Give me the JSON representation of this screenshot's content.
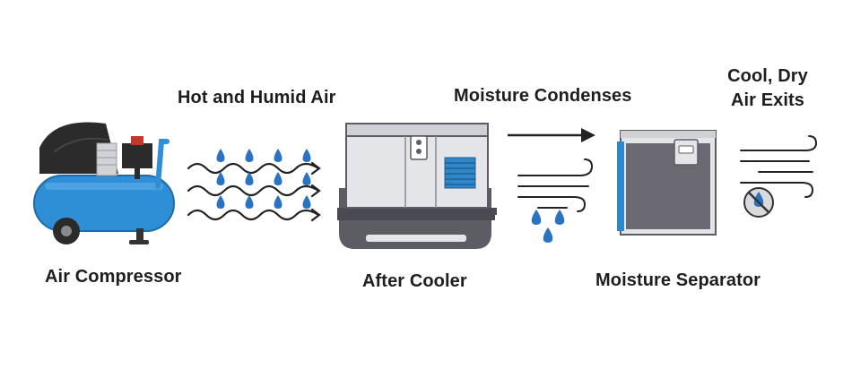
{
  "labels": {
    "hot_humid_air": "Hot and Humid Air",
    "moisture_condenses": "Moisture Condenses",
    "cool_dry_line1": "Cool, Dry",
    "cool_dry_line2": "Air Exits",
    "air_compressor": "Air Compressor",
    "after_cooler": "After Cooler",
    "moisture_separator": "Moisture Separator"
  },
  "colors": {
    "drop_blue": "#2a73c2",
    "compressor_blue": "#2e8fd6",
    "cooler_gray": "#5c5c64",
    "panel_light": "#e4e5e8",
    "separator_dark": "#6b6a72",
    "accent_blue": "#2f86c9",
    "line_dark": "#222222"
  }
}
